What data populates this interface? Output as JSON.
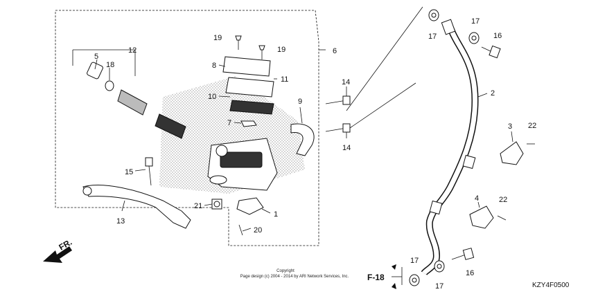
{
  "callouts": {
    "c1": "1",
    "c2": "2",
    "c3": "3",
    "c4": "4",
    "c5": "5",
    "c6": "6",
    "c7": "7",
    "c8": "8",
    "c9": "9",
    "c10": "10",
    "c11": "11",
    "c12": "12",
    "c13": "13",
    "c14a": "14",
    "c14b": "14",
    "c15": "15",
    "c16a": "16",
    "c16b": "16",
    "c17a": "17",
    "c17b": "17",
    "c17c": "17",
    "c17d": "17",
    "c18": "18",
    "c19a": "19",
    "c19b": "19",
    "c20": "20",
    "c21": "21",
    "c22a": "22",
    "c22b": "22"
  },
  "direction_label": "FR.",
  "reference_label": "F-18",
  "copyright_line1": "Copyright",
  "copyright_line2": "Page design (c) 2004 - 2014 by ARI Network Services, Inc.",
  "diagram_code": "KZY4F0500"
}
